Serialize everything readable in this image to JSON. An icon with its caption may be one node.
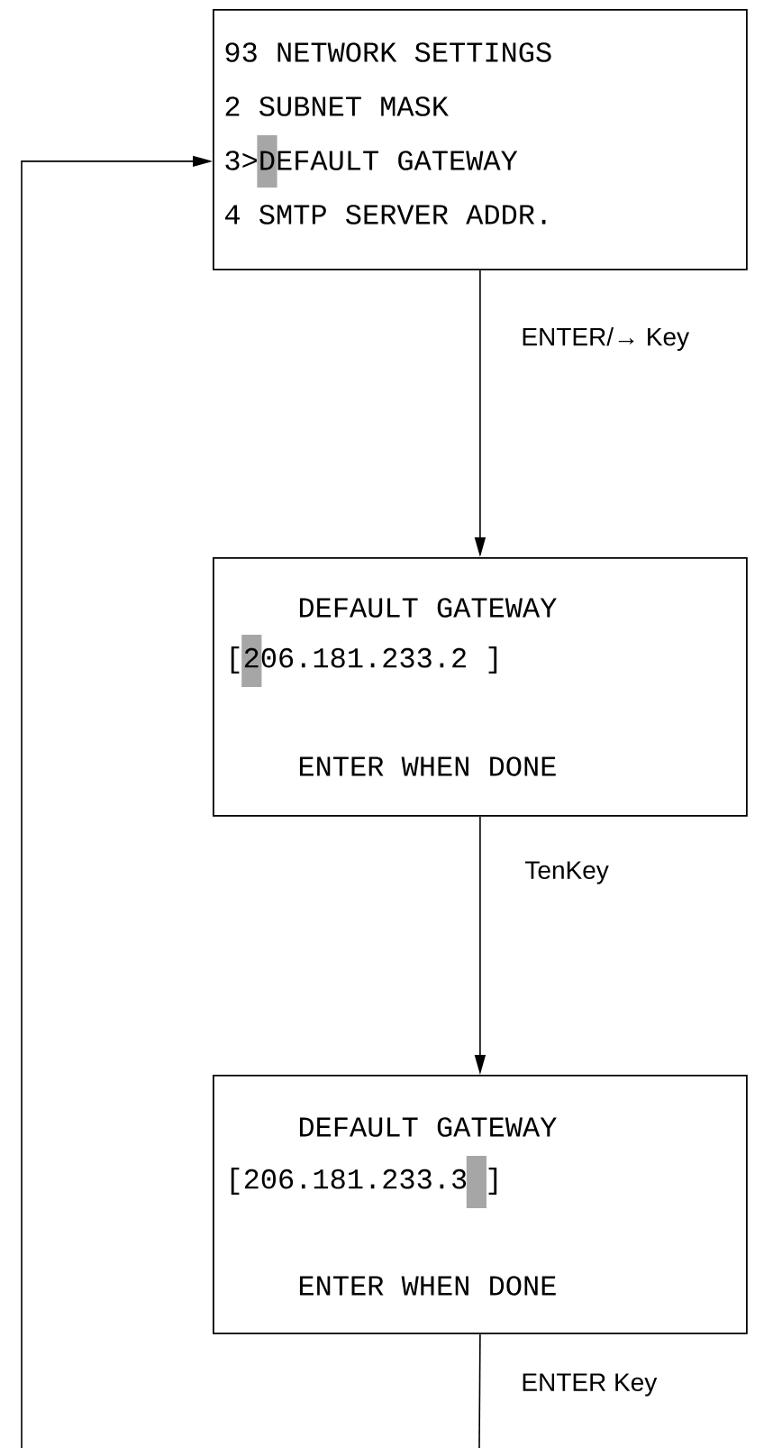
{
  "diagram": {
    "nodes": [
      {
        "text": [
          "93 NETWORK SETTINGS",
          "2 SUBNET MASK",
          "3>DEFAULT GATEWAY",
          "4 SMTP SERVER ADDR."
        ]
      },
      {
        "text": [
          "DEFAULT GATEWAY",
          "[206.181.233.2 ]",
          "ENTER WHEN DONE"
        ]
      },
      {
        "text": [
          "DEFAULT GATEWAY",
          "[206.181.233.3 ]",
          "ENTER WHEN DONE"
        ]
      }
    ],
    "edges": [
      {
        "from": 0,
        "to": 1,
        "arrow": "to",
        "label": "ENTER/→ Key"
      },
      {
        "from": 1,
        "to": 2,
        "arrow": "to",
        "label": "TenKey"
      },
      {
        "from": 2,
        "to": null,
        "arrow": "none",
        "label": "ENTER Key"
      },
      {
        "from": null,
        "to": 0,
        "arrow": "to"
      }
    ]
  }
}
